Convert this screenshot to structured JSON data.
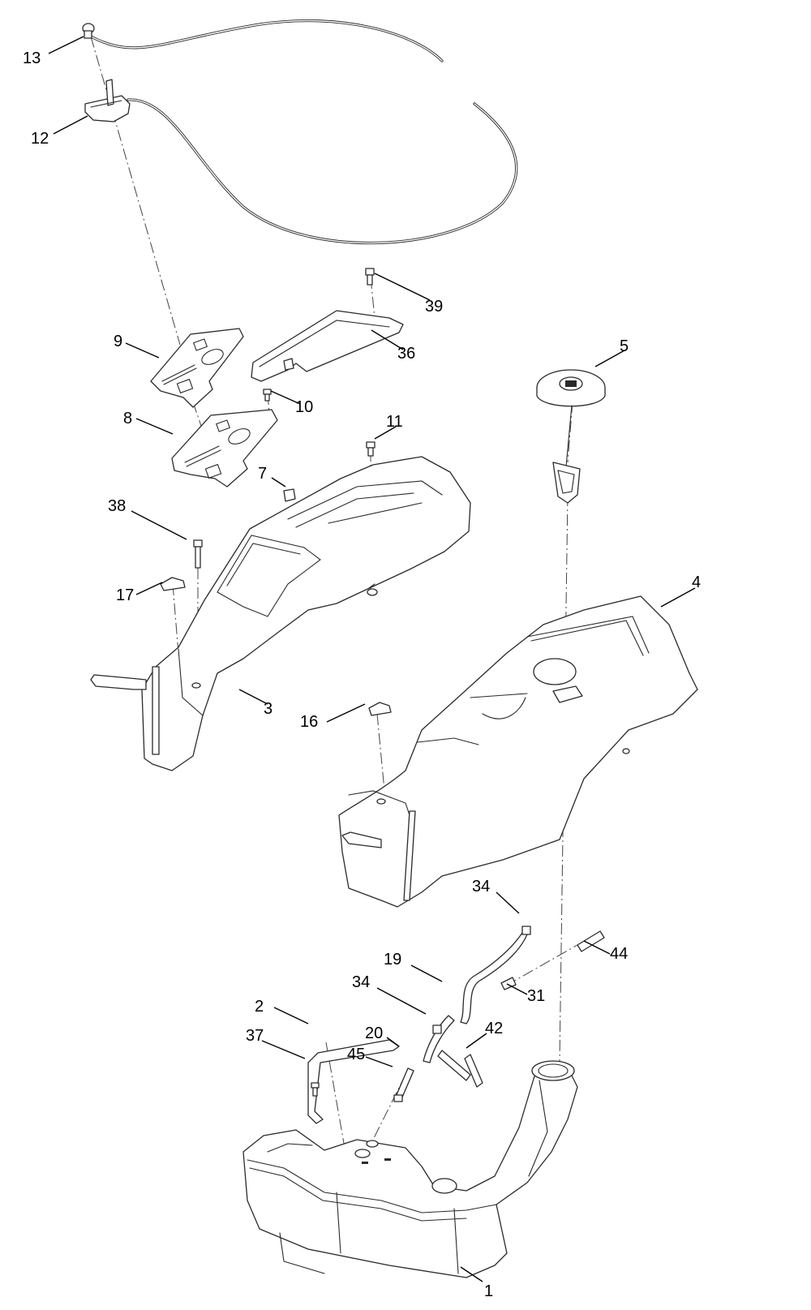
{
  "callouts": [
    "13",
    "12",
    "39",
    "36",
    "9",
    "10",
    "8",
    "11",
    "5",
    "7",
    "38",
    "17",
    "4",
    "3",
    "16",
    "34",
    "44",
    "19",
    "31",
    "34",
    "2",
    "20",
    "42",
    "37",
    "45",
    "1"
  ]
}
